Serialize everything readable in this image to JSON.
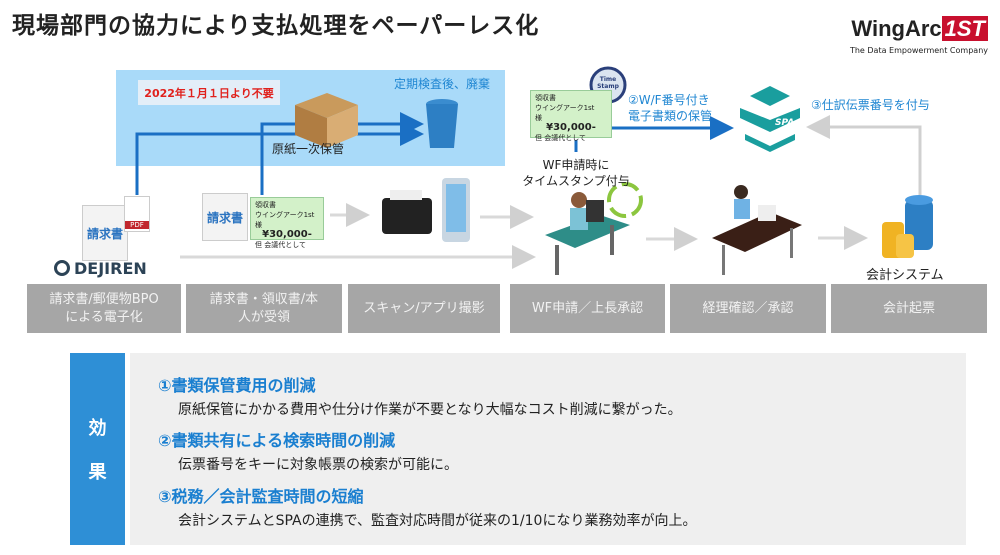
{
  "title": "現場部門の協力により支払処理をペーパーレス化",
  "logo": {
    "name": "WingArc",
    "mark": "1ST",
    "tagline": "The Data Empowerment Company"
  },
  "storage": {
    "notice": "2022年１月１日より不要",
    "box_label": "原紙一次保管",
    "disposal_label": "定期検査後、廃棄"
  },
  "documents": {
    "invoice": "請求書",
    "pdf": "PDF",
    "receipt_title": "領収書",
    "receipt_to": "ウイングアーク1st　様",
    "receipt_amount": "¥30,000-",
    "receipt_note": "但 会議代として",
    "dejiren": "DEJIREN"
  },
  "timestamp": {
    "stamp": "Time Stamp",
    "caption_line1": "WF申請時に",
    "caption_line2": "タイムスタンプ付与"
  },
  "spa": {
    "label": "SPA",
    "step2_line1": "②W/F番号付き",
    "step2_line2": "電子書類の保管",
    "step3": "③仕訳伝票番号を付与"
  },
  "accounting_system": "会計システム",
  "steps": [
    {
      "line1": "請求書/郵便物BPO",
      "line2": "による電子化"
    },
    {
      "line1": "請求書・領収書/本",
      "line2": "人が受領"
    },
    {
      "line1": "スキャン/アプリ撮影",
      "line2": ""
    },
    {
      "line1": "WF申請／上長承認",
      "line2": ""
    },
    {
      "line1": "経理確認／承認",
      "line2": ""
    },
    {
      "line1": "会計起票",
      "line2": ""
    }
  ],
  "effects": {
    "label_line1": "効",
    "label_line2": "果",
    "items": [
      {
        "heading": "①書類保管費用の削減",
        "body": "原紙保管にかかる費用や仕分け作業が不要となり大幅なコスト削減に繋がった。"
      },
      {
        "heading": "②書類共有による検索時間の削減",
        "body": "伝票番号をキーに対象帳票の検索が可能に。"
      },
      {
        "heading": "③税務／会計監査時間の短縮",
        "body": "会計システムとSPAの連携で、監査対応時間が従来の1/10になり業務効率が向上。"
      }
    ]
  },
  "colors": {
    "accent_blue": "#1f86d2",
    "band": "#a9daf9",
    "step_gray": "#a6a6a6",
    "notice_red": "#e0201c"
  }
}
